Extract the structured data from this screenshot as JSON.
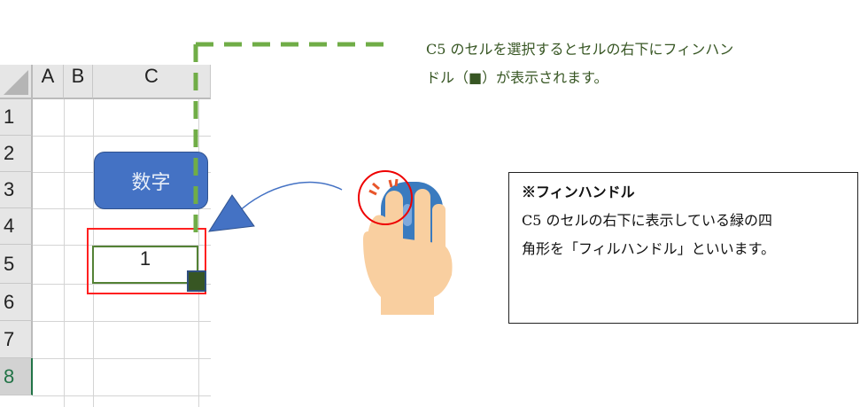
{
  "sheet": {
    "columns": [
      "A",
      "B",
      "C"
    ],
    "rows": [
      "1",
      "2",
      "3",
      "4",
      "5",
      "6",
      "7",
      "8"
    ],
    "cell_c5": "1"
  },
  "shape_label": "数字",
  "caption": {
    "line1": "C5 のセルを選択するとセルの右下にフィンハン",
    "line2": "ドル（■）が表示されます。"
  },
  "box": {
    "title": "※フィンハンドル",
    "line1": "C5 のセルの右下に表示している緑の四",
    "line2": "角形を「フィルハンドル」といいます。"
  },
  "colors": {
    "dash": "#70ad47",
    "handle": "#375623",
    "shape": "#4472c4",
    "highlight": "#ff0000"
  }
}
